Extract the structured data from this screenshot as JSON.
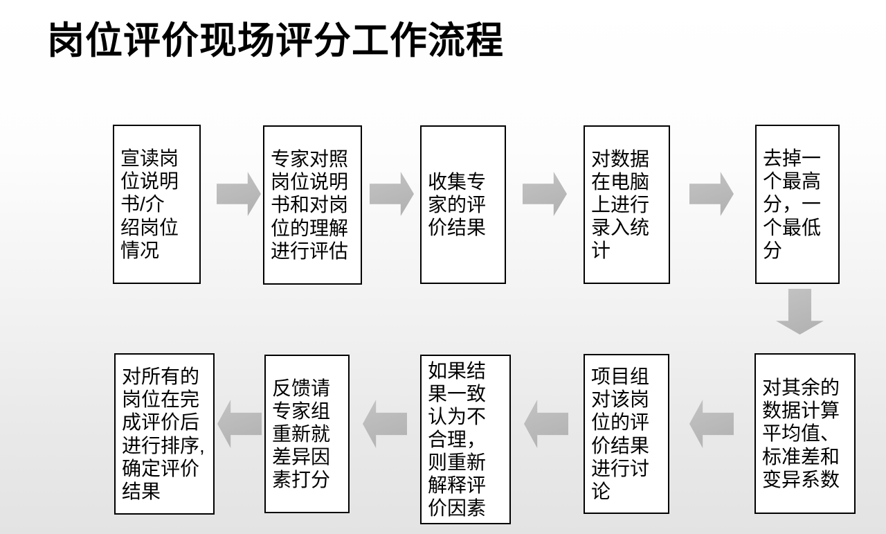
{
  "title": "岗位评价现场评分工作流程",
  "colors": {
    "arrow": "#b9b9b9",
    "boxBg": "#ffffff",
    "boxBorder": "#000000",
    "titleColor": "#000000"
  },
  "flow": {
    "top_row": [
      {
        "step": 1,
        "label": "宣读岗\n位说明\n书/介\n绍岗位\n情况"
      },
      {
        "step": 2,
        "label": "专家对照\n岗位说明\n书和对岗\n位的理解\n进行评估"
      },
      {
        "step": 3,
        "label": "收集专\n家的评\n价结果"
      },
      {
        "step": 4,
        "label": "对数据\n在电脑\n上进行\n录入统\n计"
      },
      {
        "step": 5,
        "label": "去掉一\n个最高\n分，一\n个最低\n分"
      }
    ],
    "bottom_row": [
      {
        "step": 10,
        "label": "对所有的\n岗位在完\n成评价后\n进行排序,\n确定评价\n结果"
      },
      {
        "step": 9,
        "label": "反馈请\n专家组\n重新就\n差异因\n素打分"
      },
      {
        "step": 8,
        "label": "如果结\n果一致\n认为不\n合理，\n则重新\n解释评\n价因素"
      },
      {
        "step": 7,
        "label": "项目组\n对该岗\n位的评\n价结果\n进行讨\n论"
      },
      {
        "step": 6,
        "label": "对其余的\n数据计算\n平均值、\n标准差和\n变异系数"
      }
    ],
    "connectors": [
      {
        "from": 1,
        "to": 2,
        "direction": "right"
      },
      {
        "from": 2,
        "to": 3,
        "direction": "right"
      },
      {
        "from": 3,
        "to": 4,
        "direction": "right"
      },
      {
        "from": 4,
        "to": 5,
        "direction": "right"
      },
      {
        "from": 5,
        "to": 6,
        "direction": "down"
      },
      {
        "from": 6,
        "to": 7,
        "direction": "left"
      },
      {
        "from": 7,
        "to": 8,
        "direction": "left"
      },
      {
        "from": 8,
        "to": 9,
        "direction": "left"
      },
      {
        "from": 9,
        "to": 10,
        "direction": "left"
      }
    ]
  }
}
